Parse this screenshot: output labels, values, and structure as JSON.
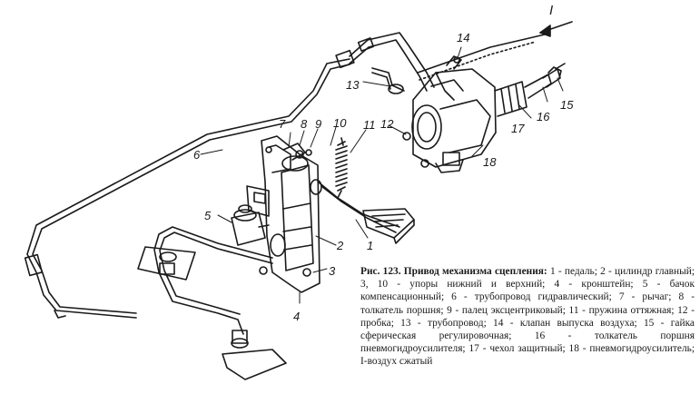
{
  "figure": {
    "callouts": {
      "c1": "1",
      "c2": "2",
      "c3": "3",
      "c4": "4",
      "c5": "5",
      "c6": "6",
      "c7": "7",
      "c8": "8",
      "c9": "9",
      "c10": "10",
      "c11": "11",
      "c12": "12",
      "c13": "13",
      "c14": "14",
      "c15": "15",
      "c16": "16",
      "c17": "17",
      "c18": "18",
      "air": "I"
    }
  },
  "caption": {
    "title": "Рис. 123. Привод механизма сцепления:",
    "body": " 1 - педаль; 2 - цилиндр главный; 3, 10 - упоры нижний и верхний; 4 - кронштейн; 5 - бачок компенсационный; 6 - трубопровод гидравлический; 7 - рычаг; 8 - толкатель поршня; 9 - палец эксцентриковый; 11 - пружина оттяжная; 12 - пробка; 13 - трубопровод; 14 - клапан выпуска воздуха; 15 - гайка сферическая регулировочная; 16 - толкатель поршня пневмогидроусилителя; 17 - чехол защитный; 18 - пневмогидроусилитель; I-воздух сжатый"
  }
}
